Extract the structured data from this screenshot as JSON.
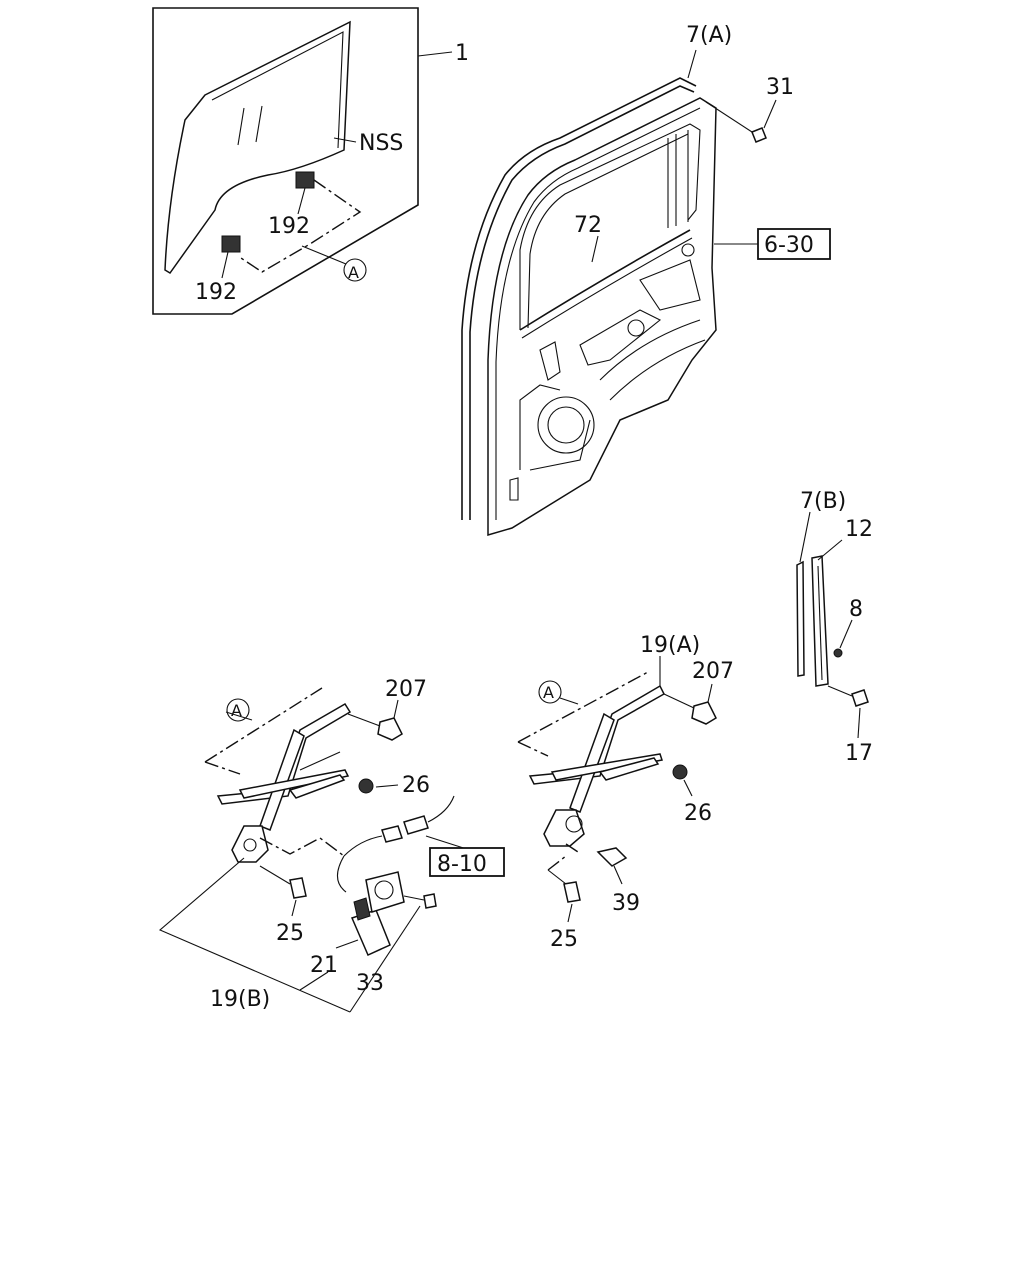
{
  "labels": {
    "l1": "1",
    "nss": "NSS",
    "l192a": "192",
    "l192b": "192",
    "circA1": "A",
    "l7a": "7(A)",
    "l31": "31",
    "l72": "72",
    "ref630": "6-30",
    "l7b": "7(B)",
    "l12": "12",
    "l8": "8",
    "l17": "17",
    "circA2": "A",
    "l207a": "207",
    "l26a": "26",
    "ref810": "8-10",
    "l25a": "25",
    "l21": "21",
    "l33": "33",
    "l19b": "19(B)",
    "l19a": "19(A)",
    "circA3": "A",
    "l207b": "207",
    "l26b": "26",
    "l39": "39",
    "l25b": "25"
  }
}
